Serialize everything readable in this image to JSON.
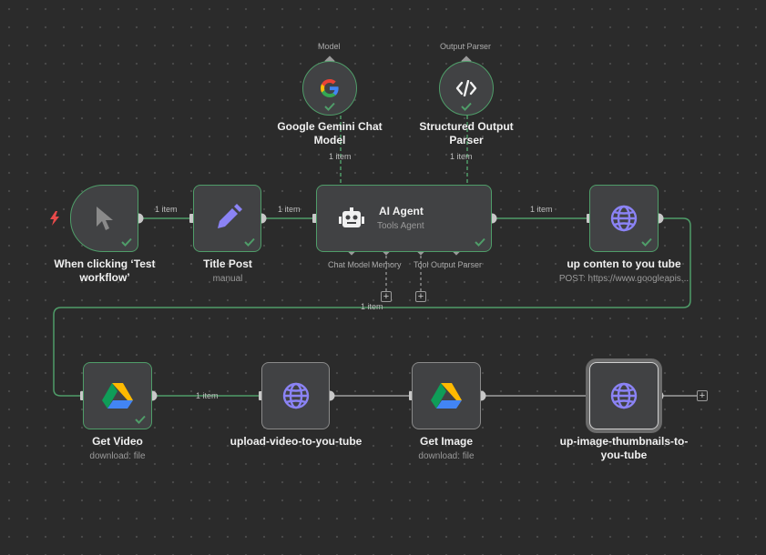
{
  "canvas": {
    "trigger_node": {
      "label": "When clicking ‘Test workflow’",
      "icon": "cursor-icon",
      "status": "success"
    },
    "title_post": {
      "label": "Title Post",
      "subtitle": "manual",
      "icon": "pencil-icon",
      "status": "success"
    },
    "ai_agent": {
      "label": "AI Agent",
      "subtitle": "Tools Agent",
      "icon": "robot-icon",
      "status": "success",
      "ports": {
        "chat_model": "Chat Model",
        "memory": "Memory",
        "tool": "Tool",
        "output_parser": "Output Parser"
      }
    },
    "gemini": {
      "label": "Google Gemini Chat Model",
      "top_label": "Model",
      "icon": "google-icon",
      "status": "success"
    },
    "structured_parser": {
      "label": "Structured Output Parser",
      "top_label": "Output Parser",
      "icon": "code-icon",
      "status": "success"
    },
    "up_content": {
      "label": "up conten to you tube",
      "subtitle": "POST: https://www.googleapis...",
      "icon": "globe-icon",
      "status": "success"
    },
    "get_video": {
      "label": "Get Video",
      "subtitle": "download: file",
      "icon": "google-drive-icon",
      "status": "success"
    },
    "upload_video": {
      "label": "upload-video-to-you-tube",
      "icon": "globe-icon"
    },
    "get_image": {
      "label": "Get Image",
      "subtitle": "download: file",
      "icon": "google-drive-icon"
    },
    "up_thumbnails": {
      "label": "up-image-thumbnails-to-you-tube",
      "icon": "globe-icon"
    },
    "connections": {
      "trigger_to_title": "1 item",
      "title_to_agent": "1 item",
      "agent_to_upcontent": "1 item",
      "gemini_to_agent": "1 item",
      "parser_to_agent": "1 item",
      "upcontent_to_getvideo": "1 item",
      "getvideo_to_upload": "1 item"
    },
    "colors": {
      "success": "#4f9d69",
      "accent_icon": "#8b83f5",
      "trigger_bolt": "#e84a4a"
    }
  }
}
